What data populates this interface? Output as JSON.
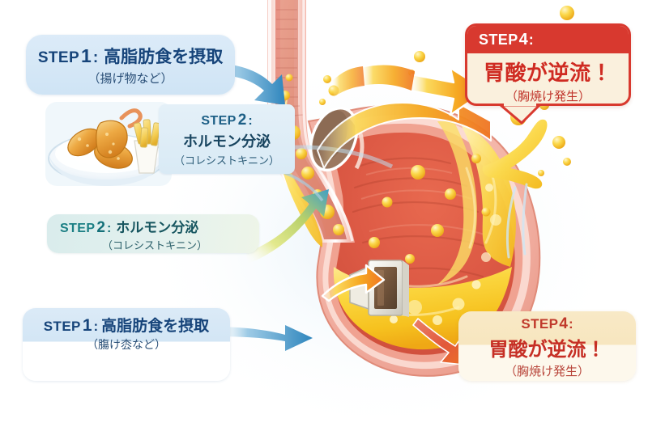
{
  "diagram": {
    "title_concept": "高脂肪食による胃酸逆流の仕組み",
    "background_color": "#ffffff"
  },
  "colors": {
    "step1_box_bg": "#d3e6f5",
    "step1_text": "#16447a",
    "step2_top_box_bg": "#dceaf5",
    "step2_top_text": "#1d5f86",
    "step2_bottom_box_bg": "#e0efec",
    "step2_bottom_text": "#147079",
    "step4_top_header_bg": "#d8392f",
    "step4_top_body_bg": "#faf0dd",
    "step4_top_text": "#cf2b22",
    "step4_bottom_box_bg": "#f7e6bf",
    "step4_bottom_text": "#c62f25",
    "arrow_blue": "#4a9fd0",
    "arrow_green": "#b9cf5c",
    "arrow_orange": "#f5a21e",
    "arrow_red": "#e2522c",
    "esophagus_wall": "#e8857a",
    "stomach_lining": "#d9604f",
    "gastric_acid": "#f7cf3e",
    "oil_droplet": "#f3c319"
  },
  "callouts": {
    "step1_top": {
      "label": "STEP",
      "number": "1",
      "colon": ":",
      "body": "高脂肪食を摂取",
      "sub": "（揚げ物など）"
    },
    "step2_top": {
      "label": "STEP",
      "number": "2",
      "colon": ":",
      "body": "ホルモン分泌",
      "sub": "（コレシストキニン）"
    },
    "step2_bottom": {
      "label": "STEP",
      "number": "2",
      "colon": ":",
      "body": "ホルモン分泌",
      "sub": "（コレシストキニン）"
    },
    "step1_bottom": {
      "label": "STEP",
      "number": "1",
      "colon": ":",
      "body": "高脂肪食を摂取",
      "sub": "（膓け枩など）"
    },
    "step4_top": {
      "label": "STEP",
      "number": "4",
      "colon": ":",
      "body": "胃酸が逆流！",
      "sub": "（胸焼け発生）"
    },
    "step4_bottom": {
      "label": "STEP",
      "number": "4",
      "colon": ":",
      "body": "胃酸が逆流！",
      "sub": "（胸焼け発生）"
    }
  },
  "illustration": {
    "esophagus": "esophagus-tube",
    "lower_esophageal_sphincter": "sphincter-valve",
    "stomach": "stomach-body",
    "gastric_acid_pool": "acid-pool",
    "acid_splash": "acid-splash",
    "open_door_icon": "open-door-valve-icon",
    "food_bowl": "fried-food-bowl",
    "oil_droplets": "oil-droplets",
    "sparkles": "sparkle-burst"
  },
  "arrows": {
    "blue_upper": "arrow-step1-to-esophagus",
    "blue_lower": "arrow-step1-to-stomach",
    "green": "arrow-step2-to-stomach",
    "orange": "arrow-acid-reflux-up",
    "red": "arrow-acid-reflux-down"
  }
}
